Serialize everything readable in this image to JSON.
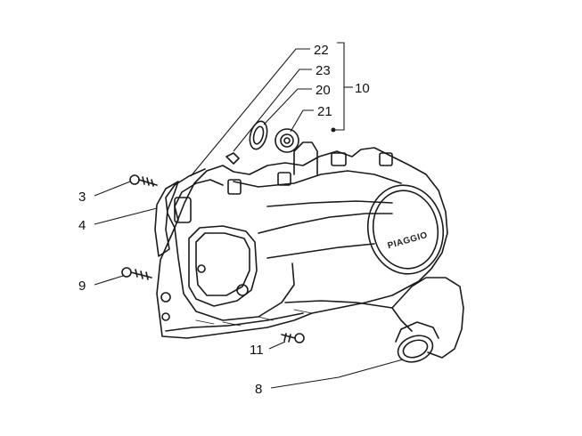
{
  "diagram": {
    "brand_text": "PIAGGIO",
    "callouts": [
      {
        "id": "22",
        "label": "22"
      },
      {
        "id": "23",
        "label": "23"
      },
      {
        "id": "20",
        "label": "20"
      },
      {
        "id": "21",
        "label": "21"
      },
      {
        "id": "10",
        "label": "10"
      },
      {
        "id": "3",
        "label": "3"
      },
      {
        "id": "4",
        "label": "4"
      },
      {
        "id": "9",
        "label": "9"
      },
      {
        "id": "11",
        "label": "11"
      },
      {
        "id": "8",
        "label": "8"
      }
    ]
  }
}
